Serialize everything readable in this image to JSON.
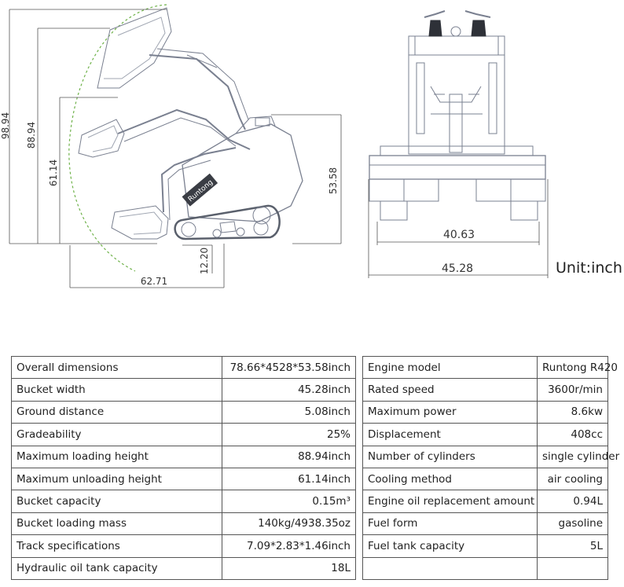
{
  "side_view": {
    "dimensions": {
      "max_height": "98.94",
      "max_loading_height": "88.94",
      "max_unloading_height": "61.14",
      "machine_height": "53.58",
      "ground_clearance": "12.20",
      "reach_length": "62.71"
    },
    "decal_text": "Runtong"
  },
  "front_view": {
    "dimensions": {
      "track_width": "40.63",
      "overall_width": "45.28"
    },
    "unit_label": "Unit:inch"
  },
  "specs_left": [
    {
      "label": "Overall dimensions",
      "value": "78.66*4528*53.58inch"
    },
    {
      "label": "Bucket width",
      "value": "45.28inch"
    },
    {
      "label": "Ground distance",
      "value": "5.08inch"
    },
    {
      "label": "Gradeability",
      "value": "25%"
    },
    {
      "label": "Maximum loading height",
      "value": "88.94inch"
    },
    {
      "label": "Maximum unloading height",
      "value": "61.14inch"
    },
    {
      "label": "Bucket capacity",
      "value": "0.15m³"
    },
    {
      "label": "Bucket loading mass",
      "value": "140kg/4938.35oz"
    },
    {
      "label": "Track specifications",
      "value": "7.09*2.83*1.46inch"
    },
    {
      "label": "Hydraulic oil tank capacity",
      "value": "18L"
    }
  ],
  "specs_right": [
    {
      "label": "Engine model",
      "value": "Runtong R420"
    },
    {
      "label": "Rated speed",
      "value": "3600r/min"
    },
    {
      "label": "Maximum power",
      "value": "8.6kw"
    },
    {
      "label": "Displacement",
      "value": "408cc"
    },
    {
      "label": "Number of cylinders",
      "value": "single cylinder"
    },
    {
      "label": "Cooling method",
      "value": "air cooling"
    },
    {
      "label": "Engine oil replacement amount",
      "value": "0.94L"
    },
    {
      "label": "Fuel form",
      "value": "gasoline"
    },
    {
      "label": "Fuel tank capacity",
      "value": "5L"
    },
    {
      "label": "",
      "value": ""
    }
  ]
}
